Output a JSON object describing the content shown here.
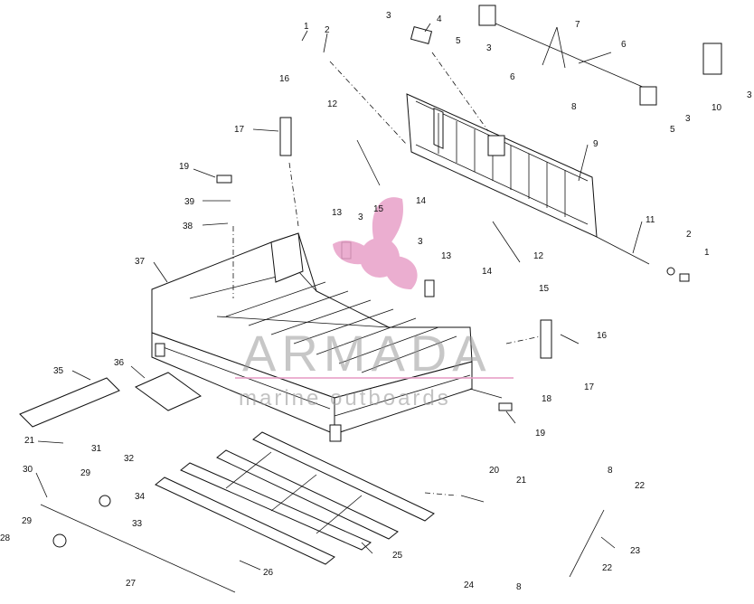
{
  "watermark": {
    "title": "ARMADA",
    "subtitle": "marine outboards",
    "logo_color": "#e8a0c8",
    "text_color": "#9a9a9a"
  },
  "callouts": [
    {
      "id": "c1a",
      "text": "1"
    },
    {
      "id": "c2a",
      "text": "2"
    },
    {
      "id": "c3a",
      "text": "3"
    },
    {
      "id": "c4",
      "text": "4"
    },
    {
      "id": "c5a",
      "text": "5"
    },
    {
      "id": "c3b",
      "text": "3"
    },
    {
      "id": "c7",
      "text": "7"
    },
    {
      "id": "c6a",
      "text": "6"
    },
    {
      "id": "c6b",
      "text": "6"
    },
    {
      "id": "c8a",
      "text": "8"
    },
    {
      "id": "c3c",
      "text": "3"
    },
    {
      "id": "c5b",
      "text": "5"
    },
    {
      "id": "c10",
      "text": "10"
    },
    {
      "id": "c3d",
      "text": "3"
    },
    {
      "id": "c16a",
      "text": "16"
    },
    {
      "id": "c17a",
      "text": "17"
    },
    {
      "id": "c12a",
      "text": "12"
    },
    {
      "id": "c9",
      "text": "9"
    },
    {
      "id": "c19a",
      "text": "19"
    },
    {
      "id": "c39",
      "text": "39"
    },
    {
      "id": "c14a",
      "text": "14"
    },
    {
      "id": "c38",
      "text": "38"
    },
    {
      "id": "c13a",
      "text": "13"
    },
    {
      "id": "c3e",
      "text": "3"
    },
    {
      "id": "c15a",
      "text": "15"
    },
    {
      "id": "c11",
      "text": "11"
    },
    {
      "id": "c3f",
      "text": "3"
    },
    {
      "id": "c13b",
      "text": "13"
    },
    {
      "id": "c2b",
      "text": "2"
    },
    {
      "id": "c1b",
      "text": "1"
    },
    {
      "id": "c12b",
      "text": "12"
    },
    {
      "id": "c14b",
      "text": "14"
    },
    {
      "id": "c37",
      "text": "37"
    },
    {
      "id": "c15b",
      "text": "15"
    },
    {
      "id": "c16b",
      "text": "16"
    },
    {
      "id": "c17b",
      "text": "17"
    },
    {
      "id": "c35",
      "text": "35"
    },
    {
      "id": "c36",
      "text": "36"
    },
    {
      "id": "c18",
      "text": "18"
    },
    {
      "id": "c19b",
      "text": "19"
    },
    {
      "id": "c21a",
      "text": "21"
    },
    {
      "id": "c31",
      "text": "31"
    },
    {
      "id": "c32",
      "text": "32"
    },
    {
      "id": "c30",
      "text": "30"
    },
    {
      "id": "c29a",
      "text": "29"
    },
    {
      "id": "c20",
      "text": "20"
    },
    {
      "id": "c21b",
      "text": "21"
    },
    {
      "id": "c8b",
      "text": "8"
    },
    {
      "id": "c22a",
      "text": "22"
    },
    {
      "id": "c34",
      "text": "34"
    },
    {
      "id": "c33",
      "text": "33"
    },
    {
      "id": "c29b",
      "text": "29"
    },
    {
      "id": "c28",
      "text": "28"
    },
    {
      "id": "c25",
      "text": "25"
    },
    {
      "id": "c23",
      "text": "23"
    },
    {
      "id": "c26",
      "text": "26"
    },
    {
      "id": "c22b",
      "text": "22"
    },
    {
      "id": "c27",
      "text": "27"
    },
    {
      "id": "c24",
      "text": "24"
    },
    {
      "id": "c8c",
      "text": "8"
    }
  ]
}
